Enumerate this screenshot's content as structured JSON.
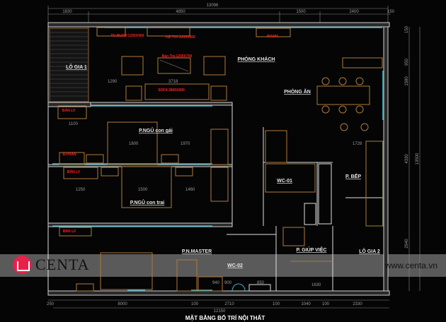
{
  "drawing": {
    "title": "MẶT BẰNG BỐ TRÍ NỘI THẤT",
    "top_dimensions": {
      "total": "13096",
      "segments": [
        "1830",
        "4850",
        "1500",
        "2400",
        "150"
      ]
    },
    "bottom_dimensions": {
      "total": "12150",
      "segments": [
        "250",
        "8000",
        "100",
        "2710",
        "100",
        "1040",
        "100",
        "2330"
      ]
    },
    "right_dimensions": [
      "150",
      "950",
      "1580",
      "4330",
      "13500",
      "2940"
    ],
    "inner_dimensions": [
      "1290",
      "3718",
      "1250",
      "1100",
      "1800",
      "1970",
      "1500",
      "1460",
      "1630",
      "940",
      "900",
      "850",
      "1728"
    ],
    "rooms": {
      "logia1": "LÔ GIA 1",
      "living": "PHÒNG KHÁCH",
      "dining": "PHÒNG ĂN",
      "bed_girl": "P.NGỦ con gái",
      "bed_boy": "P.NGỦ con trai",
      "wc1": "WC-01",
      "kitchen": "P. BẾP",
      "master": "P.N.MASTER",
      "wc2": "WC-02",
      "maid": "P. GIÚP VIỆC",
      "logia2": "LÔ GIA 2"
    },
    "furniture": {
      "wine_cabinet": "TU RUOU 1200X400",
      "tv_shelf": "KE TIVI 2200X400",
      "piano": "PIANO",
      "tea_table": "Bàn Trà 1200X700",
      "sofa": "SOFA 2800X900",
      "desk1": "BÀN LV",
      "vanity": "B.PHẤN",
      "desk2": "BÀN LV",
      "desk3": "BÀN LV"
    }
  },
  "watermark": {
    "brand": "CENTA",
    "url": "www.centa.vn"
  },
  "colors": {
    "background": "#050505",
    "label_red": "#ff2020",
    "glass": "#3fb5c8",
    "wood": "#b07a3a"
  }
}
